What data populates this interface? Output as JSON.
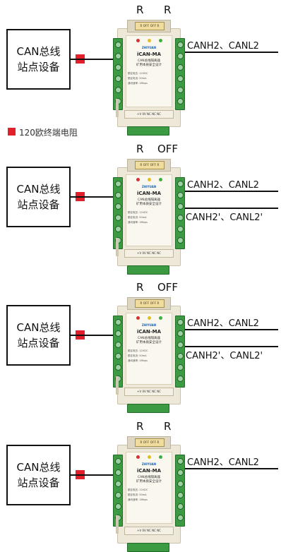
{
  "station_label_line1": "CAN总线",
  "station_label_line2": "站点设备",
  "legend": "120欧终端电阻",
  "module": {
    "model": "iCAN-MA",
    "brand": "ZHIYUAN",
    "desc_line1": "CAN总线隔离器",
    "desc_line2": "矿用本质安全设计",
    "spec_line1": "额定电压: 12VDC",
    "spec_line2": "额定电流: 50mA",
    "spec_line3": "通讯速率: 1Mbps",
    "dip": "R  OFF  OFF  R",
    "bottom": "+V  0V  NC  NC  NC"
  },
  "colors": {
    "terminator": "#e2202b",
    "terminal_green": "#3c9a43"
  },
  "diagrams": [
    {
      "switch_left": "R",
      "switch_right": "R",
      "line1": "CANH2、CANL2",
      "line2": ""
    },
    {
      "switch_left": "R",
      "switch_right": "OFF",
      "line1": "CANH2、CANL2",
      "line2": "CANH2'、CANL2'"
    },
    {
      "switch_left": "R",
      "switch_right": "OFF",
      "line1": "CANH2、CANL2",
      "line2": "CANH2'、CANL2'"
    },
    {
      "switch_left": "R",
      "switch_right": "R",
      "line1": "CANH2、CANL2",
      "line2": ""
    }
  ]
}
